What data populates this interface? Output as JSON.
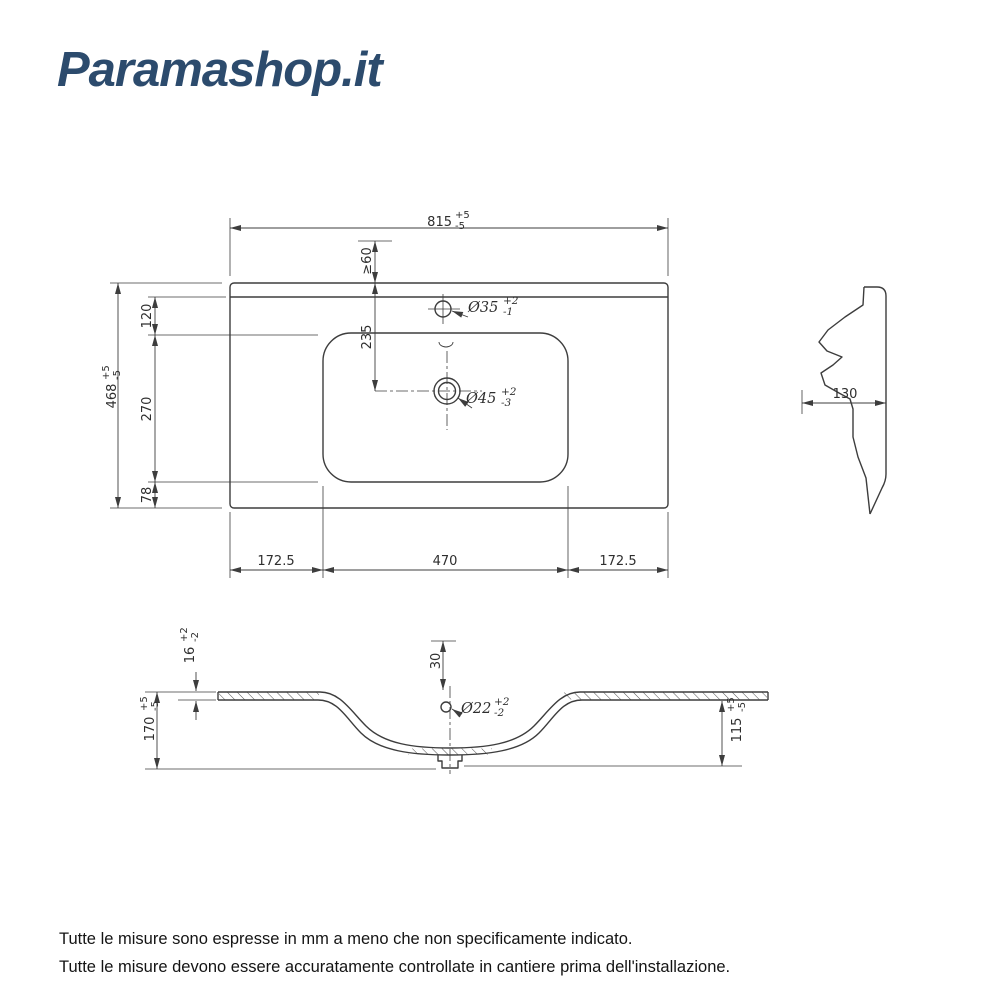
{
  "brand": {
    "logo": "Paramashop.it"
  },
  "top_view": {
    "width": {
      "value": "815",
      "plus": "+5",
      "minus": "-5"
    },
    "height": {
      "value": "468",
      "plus": "+5",
      "minus": "-5"
    },
    "min_clearance": "≥60",
    "faucet_center": "235",
    "seg_top": "120",
    "seg_mid": "270",
    "seg_bottom": "78",
    "faucet_hole": {
      "value": "Ø35",
      "plus": "+2",
      "minus": "-1"
    },
    "drain_hole": {
      "value": "Ø45",
      "plus": "+2",
      "minus": "-3"
    },
    "bottom_left": "172.5",
    "bottom_center": "470",
    "bottom_right": "172.5"
  },
  "side_view": {
    "depth": "130"
  },
  "section_view": {
    "rim_thickness": {
      "value": "16",
      "plus": "+2",
      "minus": "-2"
    },
    "overflow_drop": "30",
    "total_height": {
      "value": "170",
      "plus": "+5",
      "minus": "-5"
    },
    "drain_hole": {
      "value": "Ø22",
      "plus": "+2",
      "minus": "-2"
    },
    "bowl_height": {
      "value": "115",
      "plus": "+5",
      "minus": "-5"
    }
  },
  "notes": {
    "line1": "Tutte le misure sono espresse in mm a meno che non specificamente indicato.",
    "line2": "Tutte le misure devono essere accuratamente controllate in cantiere prima dell'installazione."
  }
}
